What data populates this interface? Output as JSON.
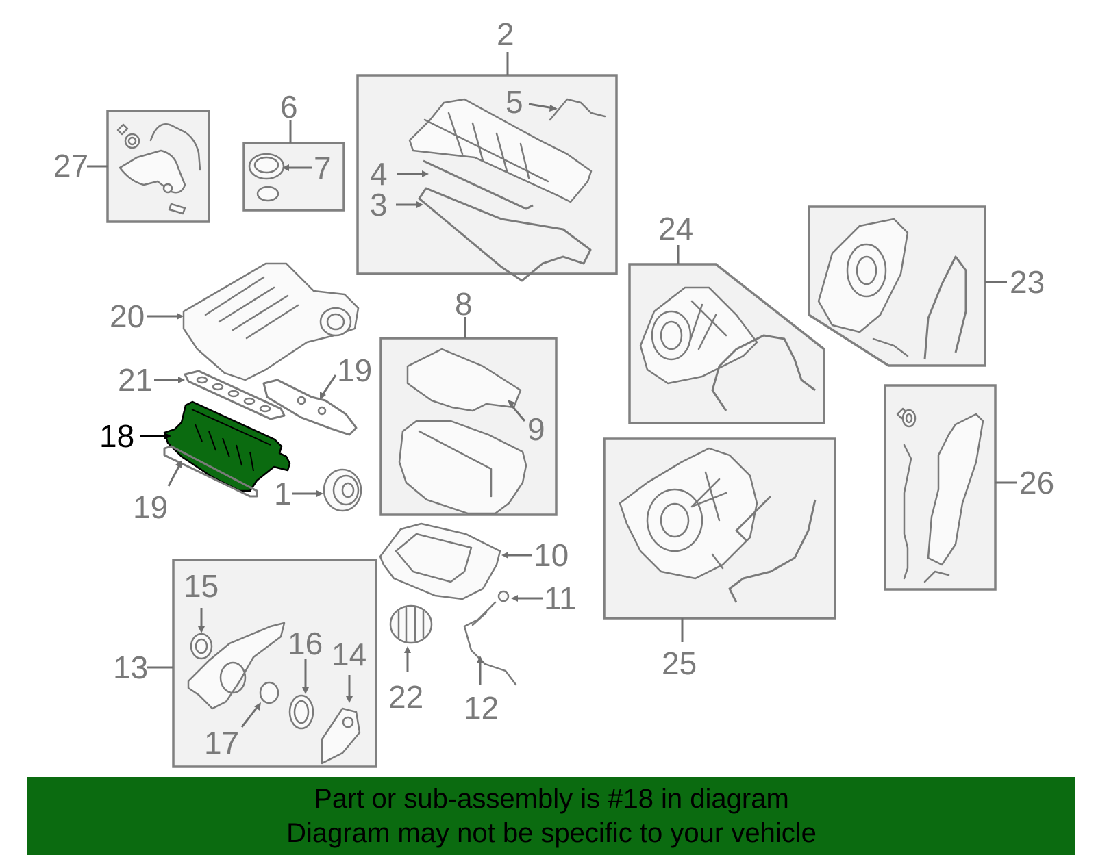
{
  "colors": {
    "highlight": "#0b6b10",
    "line": "#7a7a7a",
    "box_fill": "#f2f2f2"
  },
  "callouts": {
    "c1": "1",
    "c2": "2",
    "c3": "3",
    "c4": "4",
    "c5": "5",
    "c6": "6",
    "c7": "7",
    "c8": "8",
    "c9": "9",
    "c10": "10",
    "c11": "11",
    "c12": "12",
    "c13": "13",
    "c14": "14",
    "c15": "15",
    "c16": "16",
    "c17": "17",
    "c18": "18",
    "c19a": "19",
    "c19b": "19",
    "c20": "20",
    "c21": "21",
    "c22": "22",
    "c23": "23",
    "c24": "24",
    "c25": "25",
    "c26": "26",
    "c27": "27"
  },
  "highlighted_part": "18",
  "banner": {
    "line1": "Part or sub-assembly is #18 in diagram",
    "line2": "Diagram may not be specific to your vehicle"
  }
}
